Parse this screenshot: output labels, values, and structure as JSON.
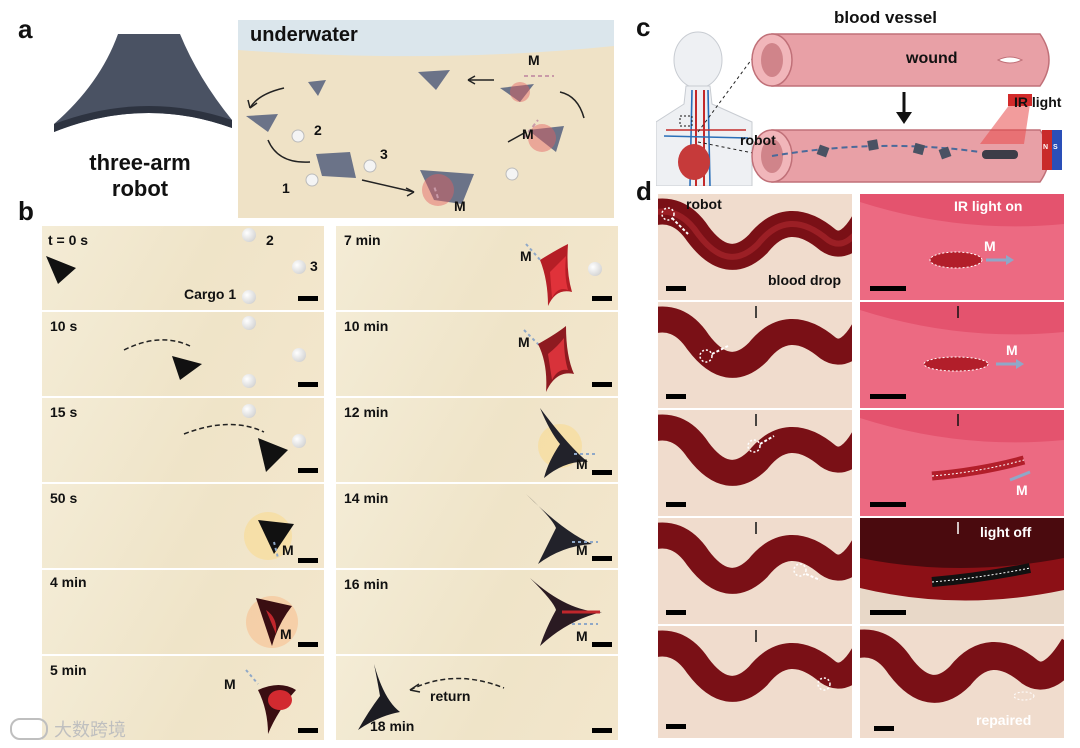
{
  "panels": {
    "a": {
      "letter": "a",
      "robot_caption_line1": "three-arm",
      "robot_caption_line2": "robot",
      "env_label": "underwater",
      "cargo_1": "1",
      "cargo_2": "2",
      "cargo_3": "3",
      "field_label_1": "M",
      "field_label_2": "M",
      "field_label_3": "M"
    },
    "b": {
      "letter": "b",
      "frames": [
        {
          "time": "t = 0 s",
          "extra1": "2",
          "extra2": "3",
          "extra3": "Cargo 1"
        },
        {
          "time": "7 min",
          "field": "M"
        },
        {
          "time": "10 s"
        },
        {
          "time": "10 min",
          "field": "M"
        },
        {
          "time": "15 s"
        },
        {
          "time": "12 min",
          "field": "M"
        },
        {
          "time": "50 s",
          "field": "M"
        },
        {
          "time": "14 min",
          "field": "M"
        },
        {
          "time": "4 min",
          "field": "M"
        },
        {
          "time": "16 min",
          "field": "M"
        },
        {
          "time": "5 min",
          "field": "M"
        },
        {
          "time": "18 min",
          "return_label": "return"
        }
      ]
    },
    "c": {
      "letter": "c",
      "vessel_label": "blood vessel",
      "wound_label": "wound",
      "ir_label": "IR light",
      "robot_label": "robot",
      "magnet_n": "N",
      "magnet_s": "S"
    },
    "d": {
      "letter": "d",
      "robot_label": "robot",
      "blood_drop_label": "blood drop",
      "ir_on_label": "IR light on",
      "field_1": "M",
      "field_2": "M",
      "field_3": "M",
      "light_off_label": "light off",
      "repaired_label": "repaired"
    }
  },
  "watermark": "大数跨境",
  "colors": {
    "robot_gray": "#4a5263",
    "vessel_pink": "#e8a0a6",
    "blood_red": "#8c1016",
    "ir_pink": "#e84a6a",
    "sand": "#efe4c8"
  }
}
